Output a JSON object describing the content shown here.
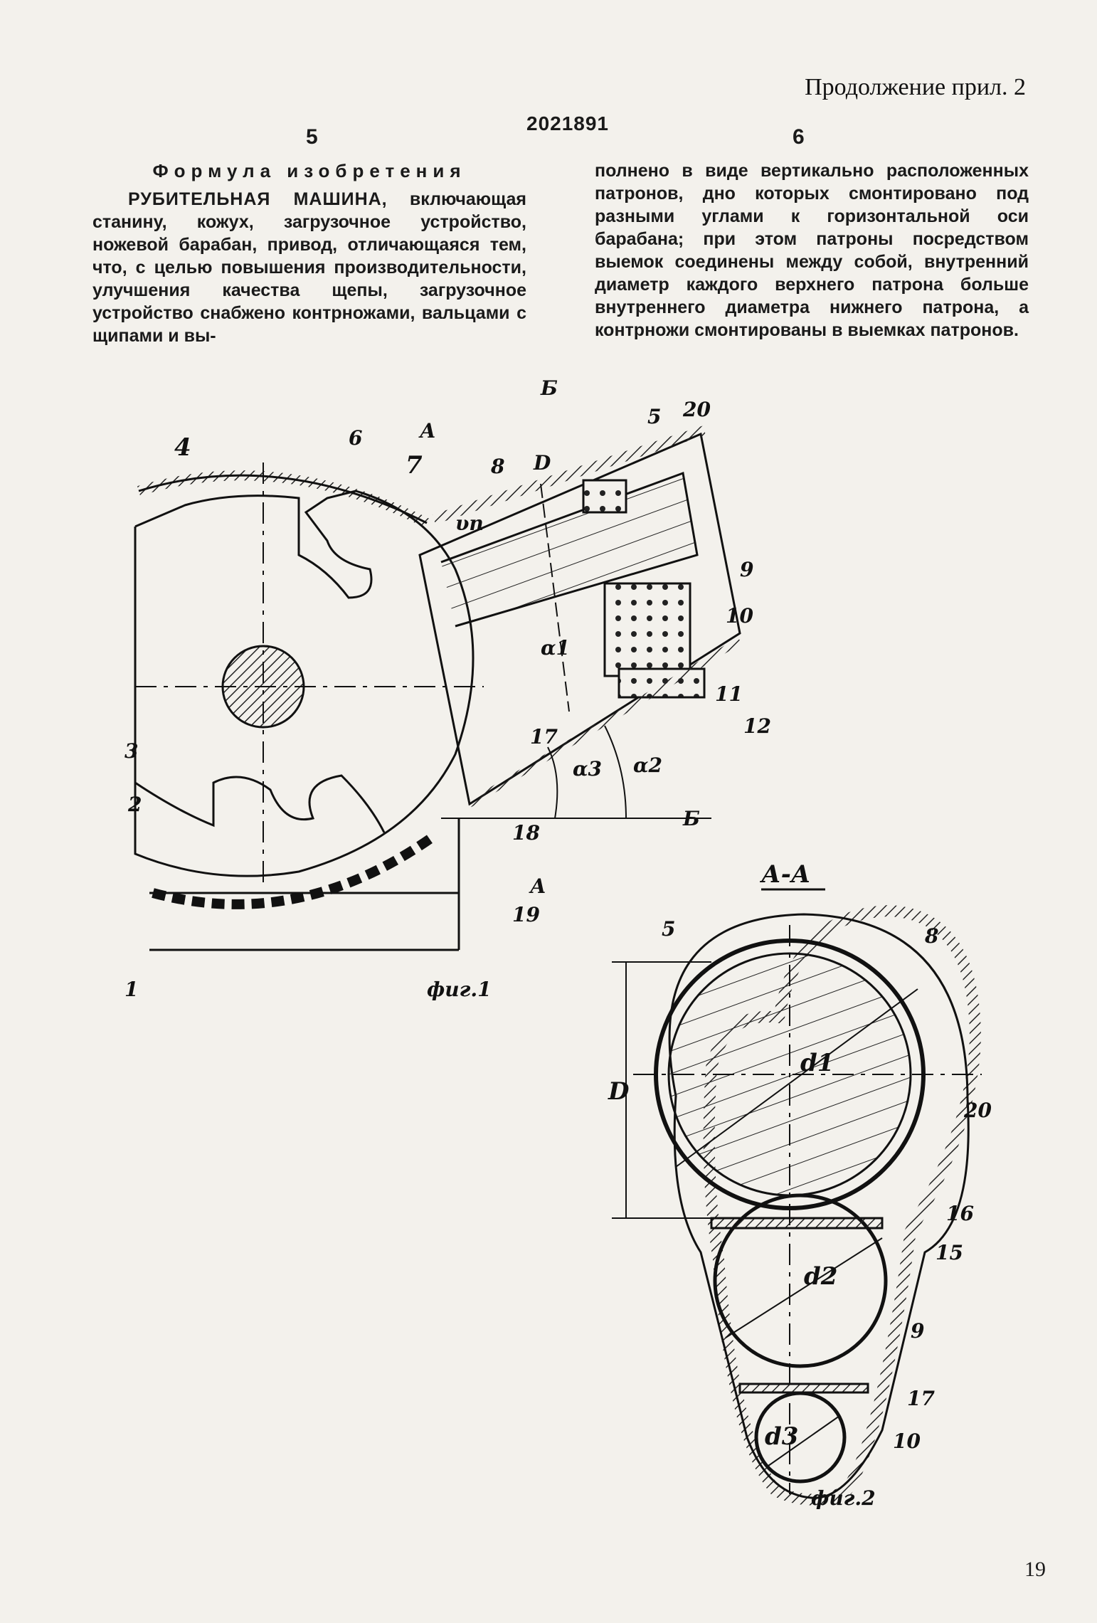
{
  "header": {
    "continuation": "Продолжение прил. 2",
    "patent_number": "2021891",
    "col_left_number": "5",
    "col_right_number": "6"
  },
  "claims": {
    "title": "Формула изобретения",
    "lead": "РУБИТЕЛЬНАЯ МАШИНА,",
    "left_text": "включающая станину, кожух, загрузочное устройство, ножевой барабан, привод, отличающаяся тем, что, с целью повышения производительности, улучшения качества щепы, загрузочное устройство снабжено контрножами, вальцами с щипами и выполнено в виде вертикально расположенных патронов, дно которых смонтировано под разными углами к горизонтальной оси барабана; при этом патроны посредством выемок соединены между собой, внутренний диаметр каждого верхнего патрона больше внутреннего диаметра нижнего патрона, а контрножи смонтированы в выемках патронов."
  },
  "claims_split": {
    "left": "включающая станину, кожух, загрузочное устройство, ножевой барабан, привод, отличающаяся тем, что, с целью повышения производительности, улучшения качества щепы, загрузочное устройство снабжено контрножами, вальцами с щипами и вы-",
    "right": "полнено в виде вертикально расположенных патронов, дно которых смонтировано под разными углами к горизонтальной оси барабана; при этом патроны посредством выемок соединены между собой, внутренний диаметр каждого верхнего патрона больше внутреннего диаметра нижнего патрона, а контрножи смонтированы в выемках патронов."
  },
  "fig1": {
    "caption": "фиг.1",
    "labels": [
      "1",
      "2",
      "3",
      "4",
      "5",
      "6",
      "7",
      "8",
      "9",
      "10",
      "11",
      "12",
      "17",
      "18",
      "19",
      "20"
    ],
    "section_marks": [
      "А",
      "А",
      "Б",
      "Б"
    ],
    "angles": [
      "α1",
      "α2",
      "α3"
    ],
    "dimension": "D",
    "velocity": "υп"
  },
  "fig2": {
    "caption": "фиг.2",
    "section_title": "А-А",
    "labels": [
      "5",
      "8",
      "20",
      "16",
      "15",
      "9",
      "17",
      "10"
    ],
    "dimensions": [
      "D",
      "d1",
      "d2",
      "d3"
    ]
  },
  "footer": {
    "page_number": "19"
  }
}
